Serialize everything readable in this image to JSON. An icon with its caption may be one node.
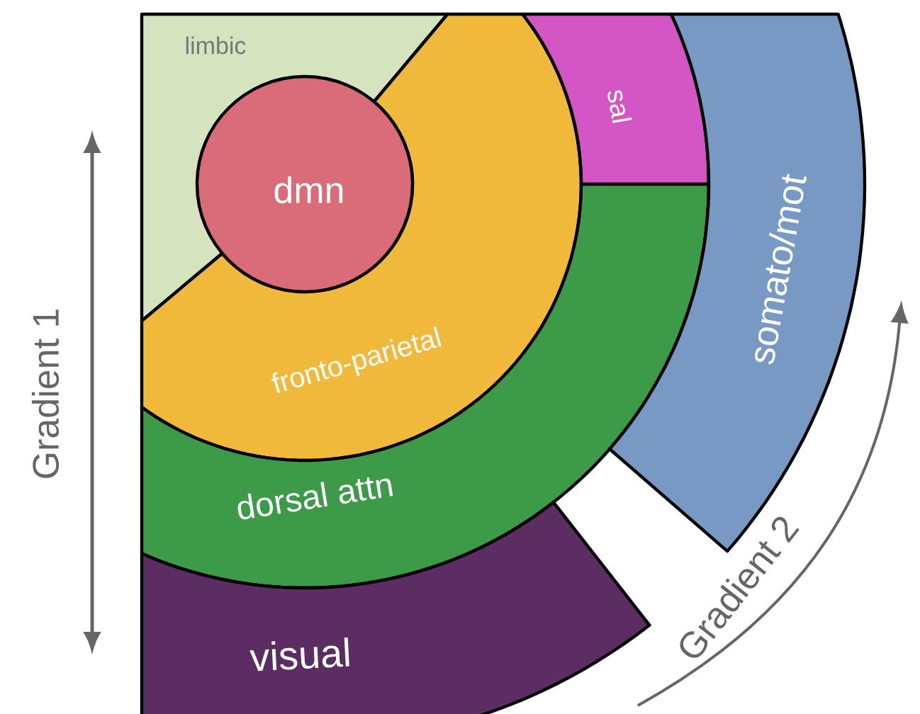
{
  "diagram": {
    "nodes": [
      {
        "text": [
          "limbic"
        ]
      },
      {
        "text": [
          "dmn"
        ]
      },
      {
        "text": [
          "fronto-parietal"
        ]
      },
      {
        "text": [
          "sal"
        ]
      },
      {
        "text": [
          "dorsal attn"
        ]
      },
      {
        "text": [
          "somato/mot"
        ]
      },
      {
        "text": [
          "visual"
        ]
      }
    ],
    "labels": [
      "Gradient 1",
      "Gradient 2"
    ]
  }
}
